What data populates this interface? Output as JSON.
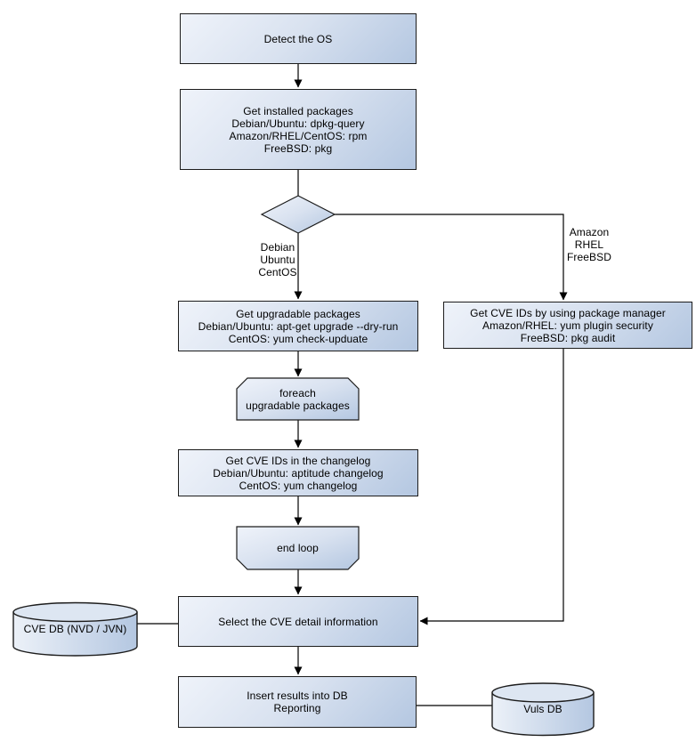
{
  "diagram": {
    "title_hint": "Vulnerability scan flowchart",
    "colors": {
      "background": "#ffffff",
      "node_fill_light": "#eff3fa",
      "node_fill_dark": "#b4c7e1",
      "cylinder_top_fill": "#dde6f2",
      "border": "#1c1c1c",
      "line": "#000000",
      "text": "#000000"
    },
    "nodes": {
      "detect_os": {
        "lines": [
          "Detect the OS"
        ]
      },
      "get_installed_packages": {
        "lines": [
          "Get installed packages",
          "Debian/Ubuntu: dpkg-query",
          "Amazon/RHEL/CentOS: rpm",
          "FreeBSD: pkg"
        ]
      },
      "os_decision": {
        "type": "decision",
        "lines": []
      },
      "branch_left_label": {
        "lines": [
          "Debian",
          "Ubuntu",
          "CentOS"
        ]
      },
      "branch_right_label": {
        "lines": [
          "Amazon",
          "RHEL",
          "FreeBSD"
        ]
      },
      "get_upgradable_packages": {
        "lines": [
          "Get upgradable packages",
          "Debian/Ubuntu: apt-get upgrade --dry-run",
          "CentOS: yum check-upduate"
        ]
      },
      "get_cve_ids_package_manager": {
        "lines": [
          "Get CVE IDs by using package manager",
          "Amazon/RHEL: yum plugin security",
          "FreeBSD: pkg audit"
        ]
      },
      "foreach_loop_start": {
        "lines": [
          "foreach",
          "upgradable packages"
        ]
      },
      "get_cve_ids_changelog": {
        "lines": [
          "Get CVE IDs in the changelog",
          "Debian/Ubuntu: aptitude changelog",
          "CentOS: yum changelog"
        ]
      },
      "end_loop": {
        "lines": [
          "end loop"
        ]
      },
      "select_cve_detail": {
        "lines": [
          "Select the CVE detail information"
        ]
      },
      "cve_db": {
        "lines": [
          "CVE DB (NVD / JVN)"
        ]
      },
      "insert_results": {
        "lines": [
          "Insert results into DB",
          "Reporting"
        ]
      },
      "vuls_db": {
        "lines": [
          "Vuls DB"
        ]
      }
    }
  }
}
